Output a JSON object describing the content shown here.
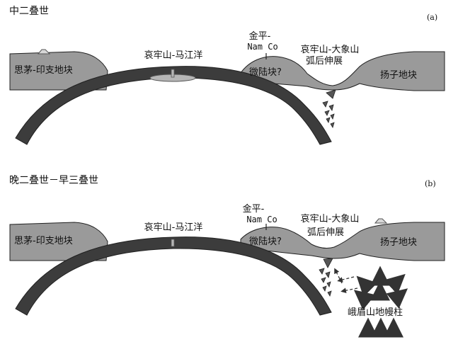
{
  "colors": {
    "plate": "#3c3c3c",
    "crust": "#9a9a9a",
    "outline": "#202020",
    "lens": "#b6b6b6",
    "background": "#ffffff"
  },
  "icons": {
    "volcano": "volcano-icon",
    "melt_drops": "melt-droplet-icons",
    "upwelling": "upwelling-arrow-icons"
  },
  "panel_a": {
    "title": "中二叠世",
    "tag": "(a)",
    "labels": {
      "simao": "思茅-印支地块",
      "ailao_ocean": "哀牢山-马江洋",
      "jinping_line1": "金平-",
      "jinping_line2": "Nam Co",
      "microblock": "微陆块?",
      "backarc_line1": "哀牢山-大象山",
      "backarc_line2": "弧后伸展",
      "yangtze": "扬子地块"
    }
  },
  "panel_b": {
    "title": "晚二叠世－早三叠世",
    "tag": "(b)",
    "labels": {
      "simao": "思茅-印支地块",
      "ailao_ocean": "哀牢山-马江洋",
      "jinping_line1": "金平-",
      "jinping_line2": "Nam Co",
      "microblock": "微陆块?",
      "backarc_line1": "哀牢山-大象山",
      "backarc_line2": "弧后伸展",
      "yangtze": "扬子地块",
      "plume": "峨眉山地幔柱"
    }
  }
}
